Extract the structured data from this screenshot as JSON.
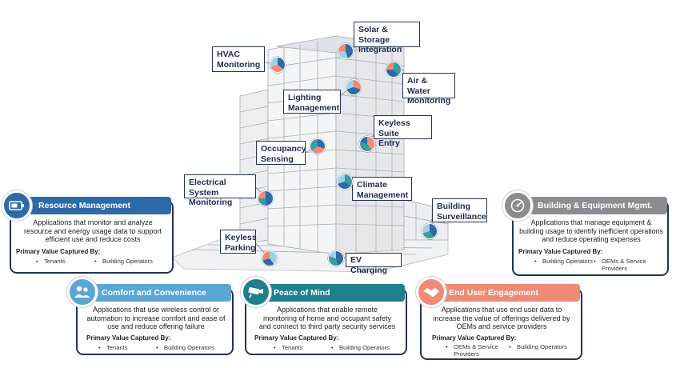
{
  "colors": {
    "navy": "#24325a",
    "resource": "#2f6aa8",
    "building": "#8a8c90",
    "comfort": "#5aa7d6",
    "peace": "#1e7f8d",
    "engagement": "#ef8a74",
    "pie_blue": "#2f6aa8",
    "pie_teal": "#3a9aa4",
    "pie_salmon": "#ef8a74",
    "pie_light": "#9fd0e6"
  },
  "labels": {
    "solar": [
      "Solar & Storage",
      "Integration"
    ],
    "hvac": [
      "HVAC",
      "Monitoring"
    ],
    "air": [
      "Air & Water",
      "Monitoring"
    ],
    "lighting": [
      "Lighting",
      "Management"
    ],
    "keyless_suite": [
      "Keyless Suite",
      "Entry"
    ],
    "occupancy": [
      "Occupancy",
      "Sensing"
    ],
    "electrical": [
      "Electrical System",
      "Monitoring"
    ],
    "climate": [
      "Climate",
      "Management"
    ],
    "surveillance": [
      "Building",
      "Surveillance"
    ],
    "keyless_parking": [
      "Keyless",
      "Parking"
    ],
    "ev": [
      "EV Charging"
    ]
  },
  "cards": {
    "resource": {
      "title": "Resource Management",
      "icon": "battery-icon",
      "desc": [
        "Applications that monitor and analyze",
        "resource and energy usage data to support",
        "efficient use and reduce costs"
      ],
      "pv": "Primary Value Captured By:",
      "bullets": [
        "Tenants",
        "Building Operators"
      ]
    },
    "building": {
      "title": "Building & Equipment Mgmt.",
      "icon": "gauge-icon",
      "desc": [
        "Applications that manage equipment &",
        "building usage to identify inefficient operations",
        "and reduce operating expenses"
      ],
      "pv": "Primary Value Captured By:",
      "bullets": [
        "Building Operators",
        "OEMs & Service",
        "Providers"
      ]
    },
    "comfort": {
      "title": "Comfort and Convenience",
      "icon": "people-icon",
      "desc": [
        "Applications that use wireless control or",
        "automation to increase comfort and ease of",
        "use and reduce offering failure"
      ],
      "pv": "Primary Value Captured By:",
      "bullets": [
        "Tenants",
        "Building Operators"
      ]
    },
    "peace": {
      "title": "Peace of Mind",
      "icon": "camera-icon",
      "desc": [
        "Applications that enable remote",
        "monitoring of home and occupant safety",
        "and connect to third party security services"
      ],
      "pv": "Primary Value Captured By:",
      "bullets": [
        "Tenants",
        "Building Operators"
      ]
    },
    "engagement": {
      "title": "End User Engagement",
      "icon": "handshake-icon",
      "desc": [
        "Applications that use end user data to",
        "increase the value of offerings delivered by",
        "OEMs and service providers"
      ],
      "pv": "Primary Value Captured By:",
      "bullets": [
        "OEMs & Service",
        "Providers",
        "Building Operators"
      ]
    }
  }
}
